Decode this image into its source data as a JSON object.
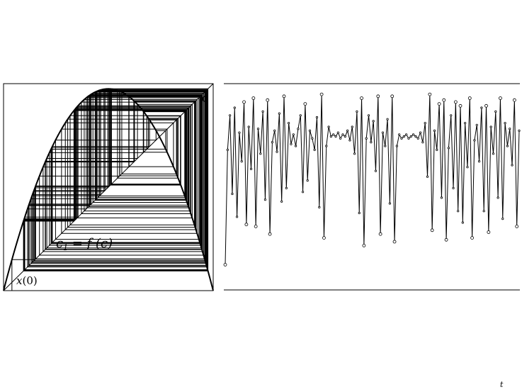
{
  "cobweb": {
    "label_c": "c",
    "label_c1_text": "c",
    "label_c1_sub": "1",
    "label_c1_rest": " = f (c)",
    "label_x0_text": "x",
    "label_x0_rest": "(0)",
    "map_parameter": 3.9,
    "x0": 0.04,
    "iterations": 140
  },
  "series": {
    "axis_label_t": "t",
    "values": [
      0.08,
      0.68,
      0.86,
      0.45,
      0.9,
      0.33,
      0.77,
      0.62,
      0.93,
      0.29,
      0.8,
      0.58,
      0.95,
      0.28,
      0.79,
      0.66,
      0.88,
      0.42,
      0.94,
      0.24,
      0.72,
      0.78,
      0.67,
      0.87,
      0.41,
      0.96,
      0.48,
      0.82,
      0.71,
      0.76,
      0.7,
      0.79,
      0.86,
      0.46,
      0.92,
      0.52,
      0.78,
      0.74,
      0.68,
      0.85,
      0.38,
      0.97,
      0.22,
      0.7,
      0.8,
      0.75,
      0.76,
      0.75,
      0.77,
      0.74,
      0.76,
      0.75,
      0.78,
      0.73,
      0.8,
      0.66,
      0.88,
      0.35,
      0.95,
      0.18,
      0.74,
      0.86,
      0.72,
      0.83,
      0.57,
      0.96,
      0.24,
      0.77,
      0.7,
      0.84,
      0.4,
      0.96,
      0.2,
      0.7,
      0.76,
      0.74,
      0.75,
      0.76,
      0.74,
      0.75,
      0.76,
      0.75,
      0.74,
      0.77,
      0.72,
      0.82,
      0.54,
      0.97,
      0.26,
      0.78,
      0.68,
      0.92,
      0.43,
      0.94,
      0.21,
      0.69,
      0.86,
      0.48,
      0.93,
      0.36,
      0.91,
      0.3,
      0.82,
      0.59,
      0.95,
      0.22,
      0.73,
      0.81,
      0.62,
      0.9,
      0.36,
      0.91,
      0.25,
      0.8,
      0.66,
      0.88,
      0.43,
      0.95,
      0.32,
      0.82,
      0.7,
      0.79,
      0.6,
      0.94,
      0.28,
      0.78
    ]
  }
}
